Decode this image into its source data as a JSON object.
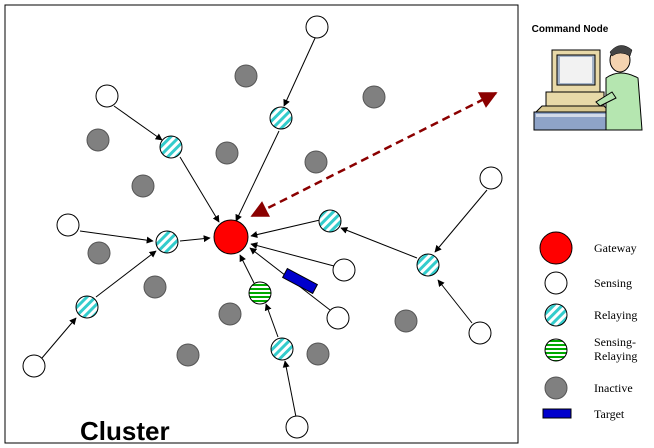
{
  "cluster_label": "Cluster",
  "command_node": {
    "label": "Command Node"
  },
  "legend": [
    {
      "key": "gateway",
      "label": "Gateway"
    },
    {
      "key": "sensing",
      "label": "Sensing"
    },
    {
      "key": "relaying",
      "label": "Relaying"
    },
    {
      "key": "sensing_relaying",
      "label_line1": "Sensing-",
      "label_line2": "Relaying"
    },
    {
      "key": "inactive",
      "label": "Inactive"
    },
    {
      "key": "target",
      "label": "Target"
    }
  ],
  "colors": {
    "gateway": "#ff0000",
    "relaying_fill": "#33cccc",
    "sensing_relaying_fill": "#00aa00",
    "inactive": "#808080",
    "target": "#0000cc",
    "command_link": "#8b0000"
  }
}
